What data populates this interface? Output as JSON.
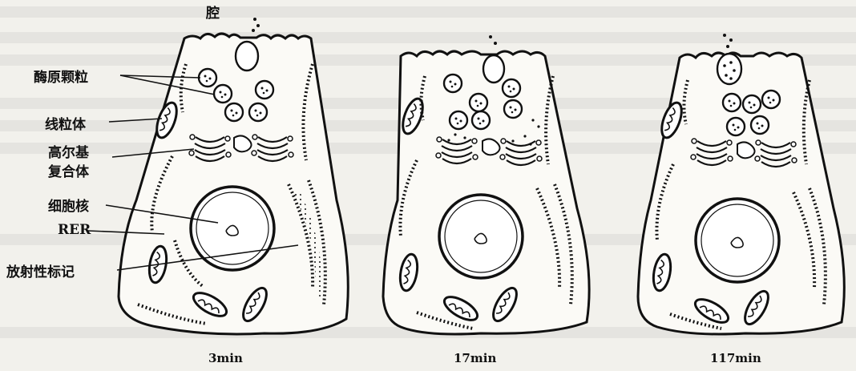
{
  "labels": {
    "lumen": "腔",
    "zymogen": "酶原颗粒",
    "mitochondria": "线粒体",
    "golgi_line1": "高尔基",
    "golgi_line2": "复合体",
    "nucleus": "细胞核",
    "rer": "RER",
    "radio": "放射性标记"
  },
  "captions": [
    "3min",
    "17min",
    "117min"
  ]
}
